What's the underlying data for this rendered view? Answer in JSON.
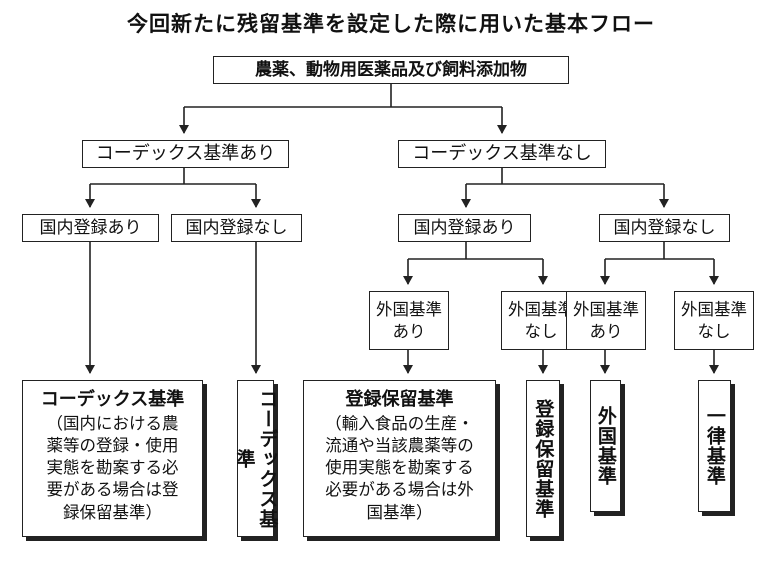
{
  "title": "今回新たに残留基準を設定した際に用いた基本フロー",
  "root": "農薬、動物用医薬品及び飼料添加物",
  "level1": {
    "left": "コーデックス基準あり",
    "right": "コーデックス基準なし"
  },
  "level2": {
    "a": "国内登録あり",
    "b": "国内登録なし",
    "c": "国内登録あり",
    "d": "国内登録なし"
  },
  "level3": {
    "c1": "外国基準\nあり",
    "c2": "外国基準\nなし",
    "d1": "外国基準\nあり",
    "d2": "外国基準\nなし"
  },
  "results": {
    "codex_title": "コーデックス基準",
    "codex_desc": "（国内における農\n薬等の登録・使用\n実態を勘案する必\n要がある場合は登\n録保留基準）",
    "codex": "コーデックス基準",
    "reg_title": "登録保留基準",
    "reg_desc": "（輸入食品の生産・\n流通や当該農薬等の\n使用実態を勘案する\n必要がある場合は外\n国基準）",
    "reg": "登録保留基準",
    "foreign": "外国基準",
    "uniform": "一律基準"
  }
}
